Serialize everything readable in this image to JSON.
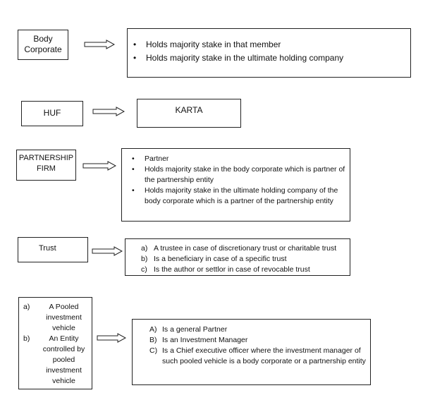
{
  "rows": [
    {
      "id": "body-corporate",
      "entity": "Body Corporate",
      "items": [
        "Holds majority stake in that member",
        "Holds majority stake in the ultimate holding company"
      ]
    },
    {
      "id": "huf",
      "entity": "HUF",
      "result": "KARTA"
    },
    {
      "id": "partnership-firm",
      "entity": "PARTNERSHIP FIRM",
      "items": [
        "Partner",
        "Holds majority stake in the body corporate which is partner of the partnership entity",
        "Holds majority stake in the ultimate holding company of the body corporate which is a partner of the partnership entity"
      ]
    },
    {
      "id": "trust",
      "entity": "Trust",
      "items": [
        {
          "marker": "a)",
          "text": "A trustee in case of discretionary trust or charitable trust"
        },
        {
          "marker": "b)",
          "text": "Is a beneficiary in case of a specific trust"
        },
        {
          "marker": "c)",
          "text": "Is the author or settlor in case of revocable trust"
        }
      ]
    },
    {
      "id": "pooled",
      "entity_items": [
        {
          "marker": "a)",
          "text": "A Pooled investment vehicle"
        },
        {
          "marker": "b)",
          "text": "An Entity controlled by pooled investment vehicle"
        }
      ],
      "items": [
        {
          "marker": "A)",
          "text": "Is a general Partner"
        },
        {
          "marker": "B)",
          "text": "Is an Investment Manager"
        },
        {
          "marker": "C)",
          "text": "Is a Chief executive officer where the investment manager of such pooled vehicle is a body corporate or a partnership entity"
        }
      ]
    }
  ]
}
